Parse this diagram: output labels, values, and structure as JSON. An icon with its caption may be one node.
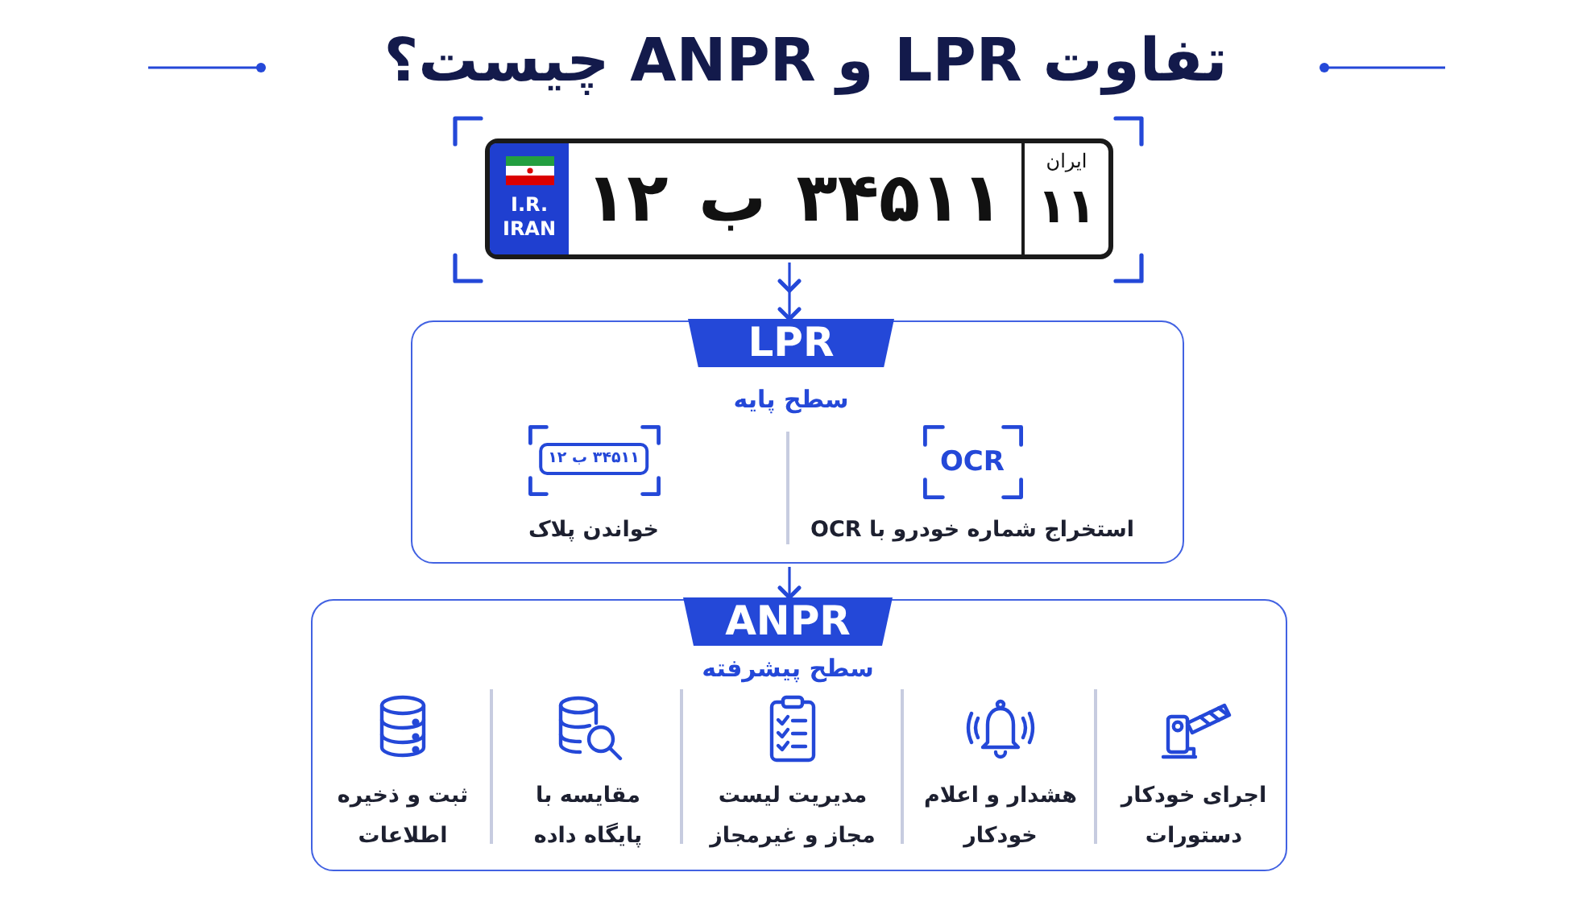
{
  "diagram": {
    "title": "تفاوت LPR و ANPR چیست؟",
    "nodes": [
      {
        "text": [
          "ایران",
          "۱۱",
          "۳۴۵۱۱ ب ۱۲",
          "I.R. IRAN"
        ]
      },
      {
        "text": [
          "LPR",
          "سطح پایه"
        ]
      },
      {
        "text": [
          "OCR",
          "استخراج شماره خودرو با OCR"
        ],
        "in": 1
      },
      {
        "text": [
          "۳۴۵۱۱ ب ۱۲",
          "خواندن پلاک"
        ],
        "in": 1
      },
      {
        "text": [
          "ANPR",
          "سطح پیشرفته"
        ]
      },
      {
        "text": [
          "اجرای خودکار دستورات"
        ],
        "in": 4
      },
      {
        "text": [
          "هشدار و اعلام خودکار"
        ],
        "in": 4
      },
      {
        "text": [
          "مدیریت لیست مجاز و غیرمجاز"
        ],
        "in": 4
      },
      {
        "text": [
          "مقایسه با پایگاه داده"
        ],
        "in": 4
      },
      {
        "text": [
          "ثبت و ذخیره اطلاعات"
        ],
        "in": 4
      }
    ],
    "edges": [
      {
        "from": 0,
        "to": 1,
        "arrow": "to"
      },
      {
        "from": 1,
        "to": 4,
        "arrow": "to"
      }
    ]
  }
}
